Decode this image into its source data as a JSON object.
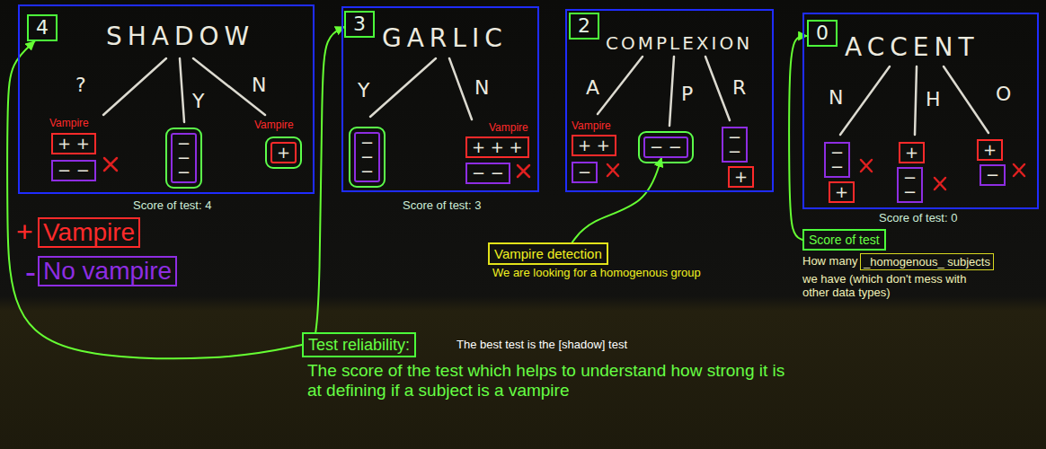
{
  "diagram": {
    "nodes": [
      {
        "text": [
          "4"
        ]
      },
      {
        "text": [
          "SHADOW"
        ]
      },
      {
        "text": [
          "+ +"
        ],
        "in": 1
      },
      {
        "text": [
          "− −"
        ],
        "in": 1
      },
      {
        "text": [
          "− − −"
        ],
        "in": 1
      },
      {
        "text": [
          "+"
        ],
        "in": 1
      },
      {
        "text": [
          "3"
        ]
      },
      {
        "text": [
          "GARLIC"
        ]
      },
      {
        "text": [
          "− − −"
        ],
        "in": 7
      },
      {
        "text": [
          "+ + +"
        ],
        "in": 7
      },
      {
        "text": [
          "− −"
        ],
        "in": 7
      },
      {
        "text": [
          "2"
        ]
      },
      {
        "text": [
          "COMPLEXION"
        ]
      },
      {
        "text": [
          "+ +"
        ],
        "in": 12
      },
      {
        "text": [
          "−"
        ],
        "in": 12
      },
      {
        "text": [
          "− −"
        ],
        "in": 12
      },
      {
        "text": [
          "− −"
        ],
        "in": 12
      },
      {
        "text": [
          "+"
        ],
        "in": 12
      },
      {
        "text": [
          "0"
        ]
      },
      {
        "text": [
          "ACCENT"
        ]
      },
      {
        "text": [
          "− −"
        ],
        "in": 19
      },
      {
        "text": [
          "+"
        ],
        "in": 19
      },
      {
        "text": [
          "+"
        ],
        "in": 19
      },
      {
        "text": [
          "− −"
        ],
        "in": 19
      },
      {
        "text": [
          "+"
        ],
        "in": 19
      },
      {
        "text": [
          "−"
        ],
        "in": 19
      },
      {
        "text": [
          "Vampire detection"
        ]
      },
      {
        "text": [
          "Score of test"
        ]
      },
      {
        "text": [
          "_homogenous_ subjects"
        ]
      },
      {
        "text": [
          "Test reliability:"
        ]
      }
    ],
    "edges": [
      {
        "from": 29,
        "to": 0,
        "arrow": "to"
      },
      {
        "from": 29,
        "to": 6,
        "arrow": "to"
      },
      {
        "from": 26,
        "to": 15,
        "arrow": "to"
      },
      {
        "from": 27,
        "to": 18,
        "arrow": "to"
      }
    ],
    "labels": [
      "Vampire",
      "?",
      "Y",
      "N",
      "Vampire",
      "Score of test: 4",
      "Y",
      "N",
      "Vampire",
      "Score of test: 3",
      "Vampire",
      "A",
      "P",
      "R",
      "N",
      "H",
      "O",
      "Score of test: 0",
      "+",
      "-",
      "We are looking for a homogenous group",
      "How many",
      "we have (which don't mess with other data types)",
      "The best test is the [shadow] test",
      "The score of the test which helps to understand how strong it is at defining if a subject is a vampire"
    ],
    "legend": [
      {
        "text": "Vampire",
        "color": "#ff2a2a"
      },
      {
        "text": "No vampire",
        "color": "#8e2de2"
      }
    ]
  }
}
